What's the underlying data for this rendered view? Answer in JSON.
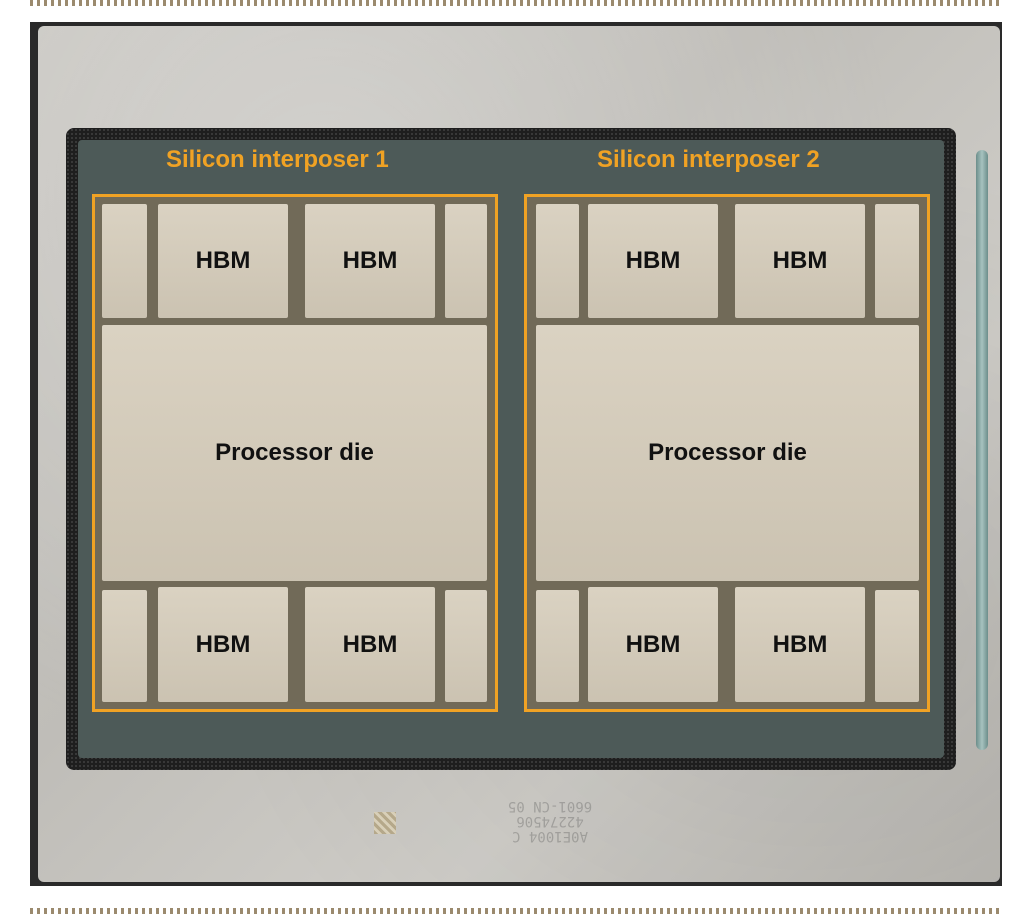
{
  "interposers": [
    {
      "title": "Silicon interposer 1",
      "hbm_top": [
        "HBM",
        "HBM"
      ],
      "processor": "Processor die",
      "hbm_bottom": [
        "HBM",
        "HBM"
      ]
    },
    {
      "title": "Silicon interposer 2",
      "hbm_top": [
        "HBM",
        "HBM"
      ],
      "processor": "Processor die",
      "hbm_bottom": [
        "HBM",
        "HBM"
      ]
    }
  ],
  "package_marking": [
    "6601-CN 05",
    "42274506",
    "A0E1004 C"
  ],
  "colors": {
    "interposer_outline": "#f0a224",
    "die_fill": "#d6cdbb",
    "substrate": "#1e1e1e",
    "lid": "#c6c4bf"
  }
}
